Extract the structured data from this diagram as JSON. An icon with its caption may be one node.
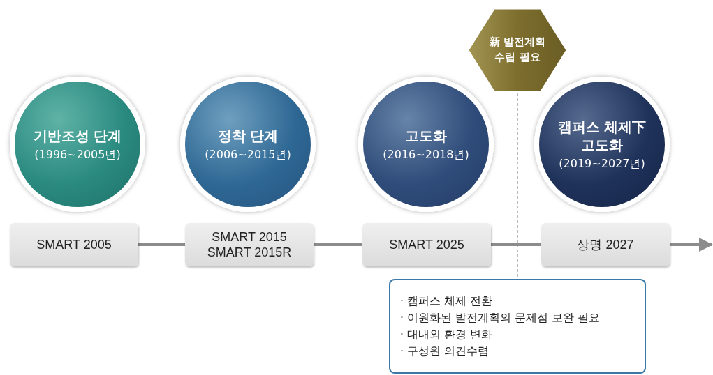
{
  "diagram": {
    "nodes": [
      {
        "text": [
          "기반조성 단계",
          "(1996~2005년)"
        ]
      },
      {
        "text": [
          "정착 단계",
          "(2006~2015년)"
        ]
      },
      {
        "text": [
          "고도화",
          "(2016~2018년)"
        ]
      },
      {
        "text": [
          "캠퍼스 체제下 고도화",
          "(2019~2027년)"
        ]
      },
      {
        "text": [
          "新 발전계획 수립 필요"
        ]
      },
      {
        "text": [
          "SMART 2005"
        ]
      },
      {
        "text": [
          "SMART 2015",
          "SMART 2015R"
        ]
      },
      {
        "text": [
          "SMART 2025"
        ]
      },
      {
        "text": [
          "상명 2027"
        ]
      },
      {
        "text": [
          "· 캠퍼스 체제 전환",
          "· 이원화된 발전계획의 문제점 보완 필요",
          "· 대내외 환경 변화",
          "· 구성원 의견수렴"
        ]
      }
    ],
    "edges": [
      {
        "from": 5,
        "to": 6,
        "arrow": "none"
      },
      {
        "from": 6,
        "to": 7,
        "arrow": "none"
      },
      {
        "from": 7,
        "to": 8,
        "arrow": "none"
      },
      {
        "from": 8,
        "to": null,
        "arrow": "to"
      },
      {
        "from": 4,
        "to": 9,
        "arrow": "none",
        "style": "dashed"
      }
    ]
  }
}
